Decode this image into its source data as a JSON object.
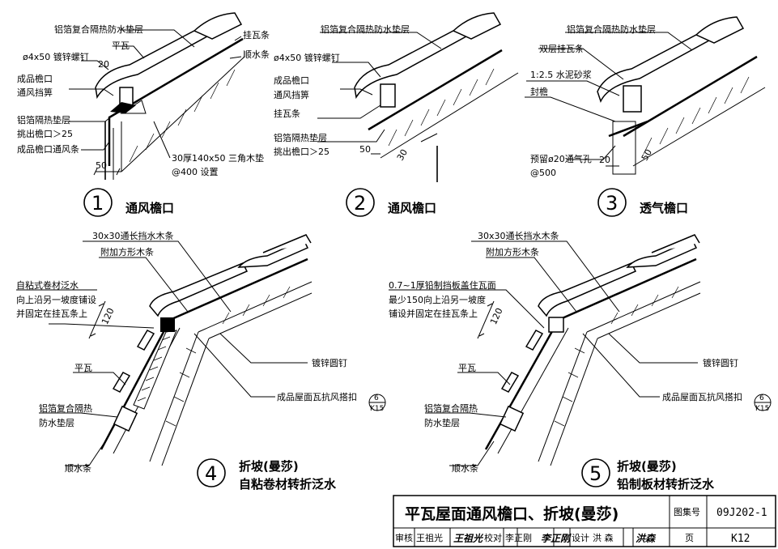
{
  "details": [
    {
      "number": "1",
      "title": "通风檐口",
      "labels": {
        "membrane": "铝箔复合隔热防水垫层",
        "flat_tile": "平瓦",
        "screw": "ø4x50 镀锌螺钉",
        "eave_baffle_1": "成品檐口",
        "eave_baffle_2": "通风挡箅",
        "insulation_1": "铝箔隔热垫层",
        "insulation_2": "挑出檐口＞25",
        "eave_vent_strip": "成品檐口通风条",
        "batten": "挂瓦条",
        "counter_batten": "顺水条",
        "wood_pad_1": "30厚140x50 三角木垫",
        "wood_pad_2": "@400 设置"
      },
      "dims": {
        "d20": "20",
        "d50": "50"
      }
    },
    {
      "number": "2",
      "title": "通风檐口",
      "labels": {
        "membrane": "铝箔复合隔热防水垫层",
        "screw": "ø4x50 镀锌螺钉",
        "eave_baffle_1": "成品檐口",
        "eave_baffle_2": "通风挡箅",
        "batten": "挂瓦条",
        "insulation_1": "铝箔隔热垫层",
        "insulation_2": "挑出檐口＞25"
      },
      "dims": {
        "d50": "50",
        "d30": "30"
      }
    },
    {
      "number": "3",
      "title": "透气檐口",
      "labels": {
        "membrane": "铝箔复合隔热防水垫层",
        "double_batten": "双层挂瓦条",
        "mortar": "1:2.5 水泥砂浆",
        "seal": "封檐",
        "vent_hole_1": "预留ø20通气孔",
        "vent_hole_2": "@500"
      },
      "dims": {
        "d20": "20",
        "d50": "50"
      }
    },
    {
      "number": "4",
      "title_line1": "折坡(曼莎)",
      "title_line2": "自粘卷材转折泛水",
      "labels": {
        "stop_strip": "30x30通长挡水木条",
        "square_strip": "附加方形木条",
        "flashing_1": "自粘式卷材泛水",
        "flashing_2": "向上沿另一坡度铺设",
        "flashing_3": "并固定在挂瓦条上",
        "flat_tile": "平瓦",
        "membrane_1": "铝箔复合隔热",
        "membrane_2": "防水垫层",
        "counter_batten": "顺水条",
        "nail": "镀锌圆钉",
        "clip": "成品屋面瓦抗风搭扣"
      },
      "dims": {
        "d120": "120"
      },
      "ref": {
        "top": "6",
        "bottom": "K15"
      }
    },
    {
      "number": "5",
      "title_line1": "折坡(曼莎)",
      "title_line2": "铅制板材转折泛水",
      "labels": {
        "stop_strip": "30x30通长挡水木条",
        "square_strip": "附加方形木条",
        "lead_1": "0.7~1厚铅制挡板盖住瓦面",
        "lead_2": "最少150向上沿另一坡度",
        "lead_3": "铺设并固定在挂瓦条上",
        "flat_tile": "平瓦",
        "membrane_1": "铝箔复合隔热",
        "membrane_2": "防水垫层",
        "counter_batten": "顺水条",
        "nail": "镀锌圆钉",
        "clip": "成品屋面瓦抗风搭扣"
      },
      "dims": {
        "d120": "120"
      },
      "ref": {
        "top": "6",
        "bottom": "K15"
      }
    }
  ],
  "title_block": {
    "title": "平瓦屋面通风檐口、折坡(曼莎)",
    "atlas_label": "图集号",
    "atlas_no": "09J202-1",
    "review_label": "审核",
    "reviewer": "王祖光",
    "reviewer_sig": "王祖光",
    "check_label": "校对",
    "checker": "李正刚",
    "checker_sig": "李正刚",
    "design_label": "设计",
    "designer": "洪 森",
    "designer_sig": "洪森",
    "page_label": "页",
    "page_no": "K12"
  }
}
